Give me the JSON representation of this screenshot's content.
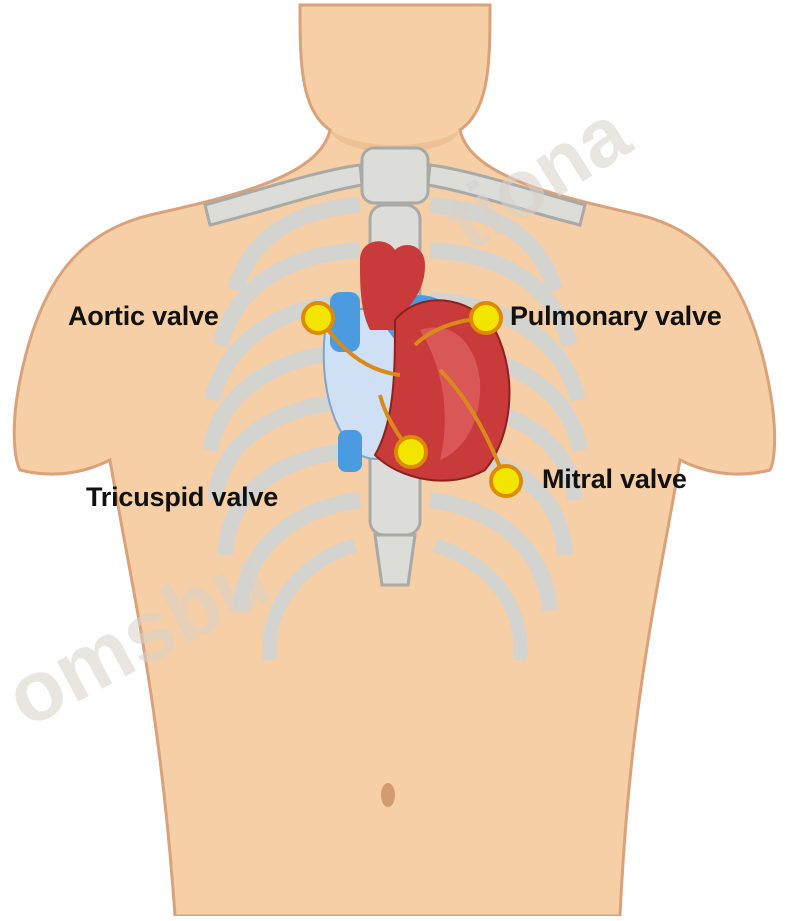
{
  "labels": {
    "aortic": "Aortic valve",
    "pulmonary": "Pulmonary valve",
    "tricuspid": "Tricuspid valve",
    "mitral": "Mitral valve"
  },
  "watermark": {
    "part1": "omsbu",
    "part2": "tiona"
  },
  "colors": {
    "skin": "#f6cfa6",
    "skin_outline": "#d9a27a",
    "bone": "#d9d9d6",
    "bone_outline": "#a9a9a6",
    "heart_red": "#c93a3a",
    "heart_blue": "#4a9be0",
    "valve_yellow": "#f2e600",
    "valve_outline": "#e08a00",
    "connector_orange": "#d98a1a"
  }
}
